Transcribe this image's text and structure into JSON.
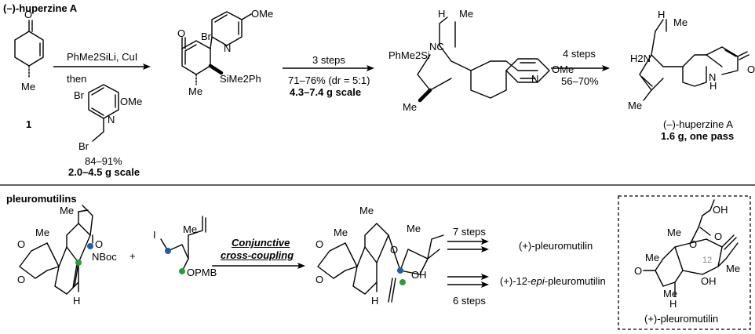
{
  "sections": {
    "top_title": "(–)-huperzine A",
    "bottom_title": "pleuromutilins"
  },
  "top": {
    "compound1": {
      "label": "1",
      "me": "Me",
      "o": "O"
    },
    "step1": {
      "reagent": "PhMe2SiLi, CuI",
      "then": "then",
      "yield": "84–91%",
      "scale": "2.0–4.5 g scale",
      "py_br": "Br",
      "py_ome": "OMe",
      "py_n": "N",
      "py_br2": "Br"
    },
    "intermediate1": {
      "br": "Br",
      "ome": "OMe",
      "n": "N",
      "o": "O",
      "si": "SiMe2Ph",
      "me": "Me"
    },
    "step2": {
      "label": "3 steps",
      "yield": "71–76% (dr = 5:1)",
      "scale": "4.3–7.4 g scale"
    },
    "intermediate2": {
      "h": "H",
      "me_top": "Me",
      "nc": "NC",
      "si": "PhMe2Si",
      "n": "N",
      "ome": "OMe",
      "me": "Me"
    },
    "step3": {
      "label": "4 steps",
      "yield": "56–70%"
    },
    "product": {
      "h": "H",
      "me_top": "Me",
      "h2n": "H2N",
      "nh_n": "N",
      "nh_h": "H",
      "o": "O",
      "me": "Me",
      "name": "(–)-huperzine A",
      "scale": "1.6 g, one pass"
    }
  },
  "bottom": {
    "sm1": {
      "me1": "Me",
      "me2": "Me",
      "h": "H",
      "o": "O",
      "nboc": "NBoc",
      "o1": "O",
      "o2": "O"
    },
    "plus": "+",
    "sm2": {
      "i": "I",
      "me": "Me",
      "opmb": "OPMB"
    },
    "coupling": {
      "line1": "Conjunctive",
      "line2": "cross-coupling"
    },
    "intermediate": {
      "me1": "Me",
      "me2": "Me",
      "me3": "Me",
      "h": "H",
      "o": "O",
      "oh": "OH",
      "o1": "O",
      "o2": "O"
    },
    "routes": [
      {
        "steps": "7 steps",
        "product": "(+)-pleuromutilin"
      },
      {
        "steps": "6 steps",
        "product_prefix": "(+)-12-",
        "product_epi": "epi",
        "product_suffix": "-pleuromutilin"
      }
    ],
    "boxed": {
      "oh": "OH",
      "o": "O",
      "o2": "O",
      "me1": "Me",
      "me2": "Me",
      "me3": "Me",
      "oh2": "OH",
      "c12": "12",
      "ketone_o": "O",
      "h": "H",
      "name": "(+)-pleuromutilin"
    }
  },
  "colors": {
    "blue": "#1f5fa8",
    "green": "#2e9b3a",
    "c12": "#888888"
  }
}
